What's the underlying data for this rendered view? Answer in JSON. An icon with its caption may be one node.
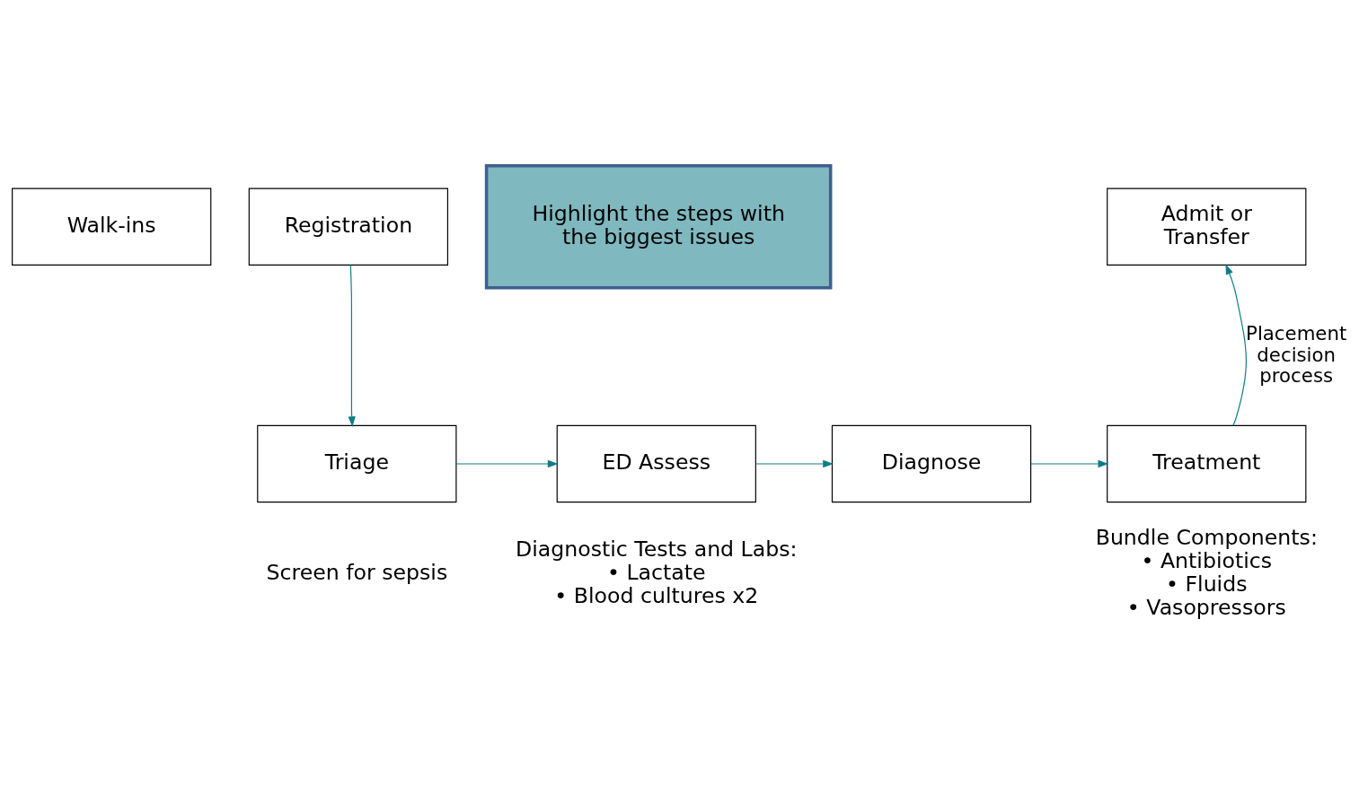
{
  "diagram": {
    "nodes": [
      {
        "text": [
          "Walk-ins"
        ]
      },
      {
        "text": [
          "Registration"
        ]
      },
      {
        "text": [
          "Highlight the steps with the biggest issues"
        ]
      },
      {
        "text": [
          "Admit or Transfer"
        ]
      },
      {
        "text": [
          "Triage"
        ],
        "beside": [
          "Screen for sepsis"
        ]
      },
      {
        "text": [
          "ED Assess"
        ],
        "beside": [
          "Diagnostic Tests and Labs:",
          "• Lactate",
          "• Blood cultures x2"
        ]
      },
      {
        "text": [
          "Diagnose"
        ]
      },
      {
        "text": [
          "Treatment"
        ],
        "beside": [
          "Bundle Components:",
          "• Antibiotics",
          "• Fluids",
          "• Vasopressors"
        ]
      }
    ],
    "edges": [
      {
        "from": 1,
        "to": 4,
        "arrow": "to"
      },
      {
        "from": 4,
        "to": 5,
        "arrow": "to"
      },
      {
        "from": 5,
        "to": 6,
        "arrow": "to"
      },
      {
        "from": 6,
        "to": 7,
        "arrow": "to"
      },
      {
        "from": 7,
        "to": 3,
        "arrow": "to",
        "label": "Placement decision process"
      }
    ]
  }
}
